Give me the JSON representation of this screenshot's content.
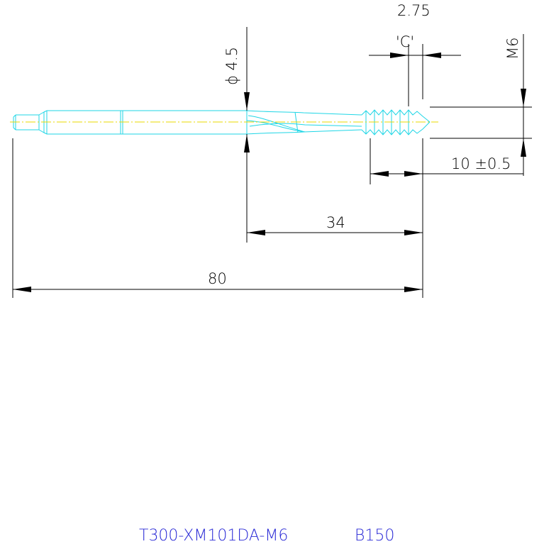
{
  "dimensions": {
    "overall_length": "80",
    "flute_length": "34",
    "shank_diameter": "ϕ 4.5",
    "thread_length": "10 ±0.5",
    "chamfer": "2.75",
    "chamfer_label": "'C'",
    "thread_size": "M6"
  },
  "caption": {
    "part_number": "T300-XM101DA-M6",
    "code": "B150"
  },
  "colors": {
    "outline": "#1fd6e6",
    "centerline": "#e8d800",
    "dimension": "#000000",
    "caption": "#2a2ad6"
  }
}
